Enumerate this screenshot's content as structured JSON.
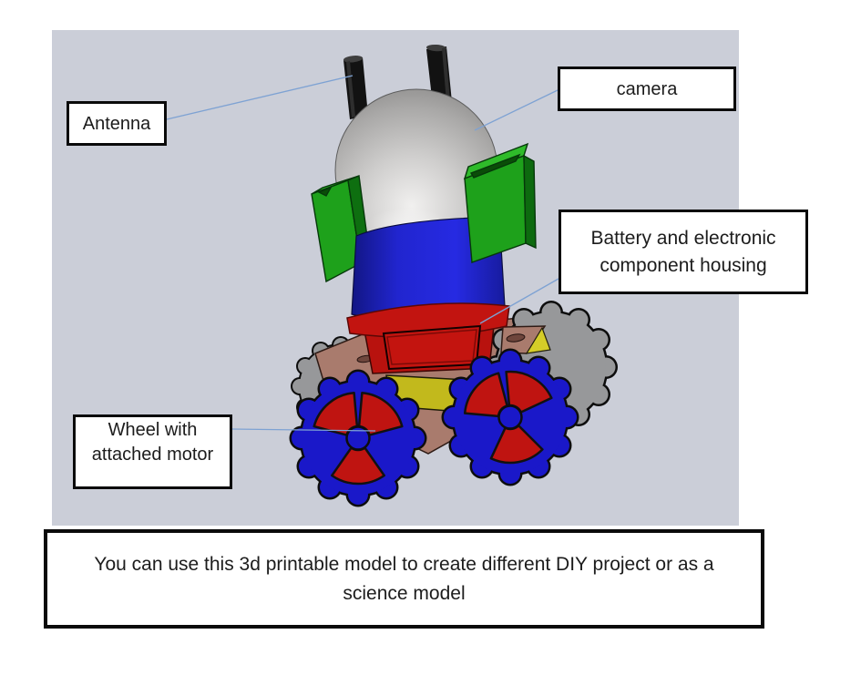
{
  "viewport": {
    "background": "#cbced8"
  },
  "callouts": {
    "antenna": "Antenna",
    "camera": "camera",
    "battery": "Battery and electronic component housing",
    "wheel": "Wheel with attached motor"
  },
  "caption": "You can use this 3d printable model to create different DIY project or as a science model",
  "model": {
    "leader_line_color": "#7ea2d3",
    "parts": {
      "antenna": "#141414",
      "camera_dome": "#b9b8b7",
      "mount_bracket": "#1ea11b",
      "body_cylinder": "#2125cf",
      "battery_housing": "#c21410",
      "chassis_plate": "#a97b6d",
      "motor_gear": "#97989a",
      "wheel": "#1a18c9",
      "wheel_insert": "#bf1411",
      "axle_block": "#c2b91c"
    }
  }
}
